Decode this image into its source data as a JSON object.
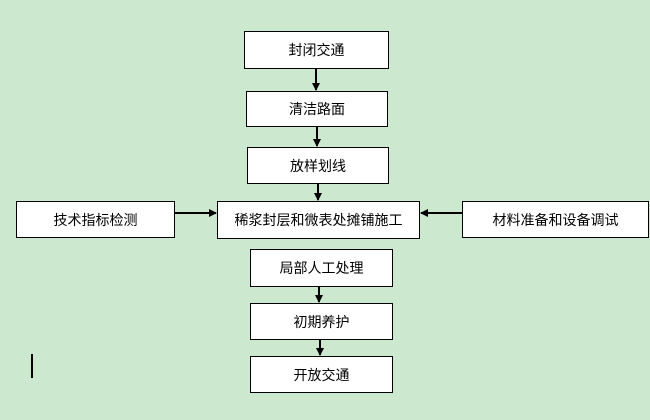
{
  "steps": {
    "close_traffic": "封闭交通",
    "clean_road": "清洁路面",
    "layout_marking": "放样划线",
    "main_construction": "稀浆封层和微表处摊铺施工",
    "local_manual": "局部人工处理",
    "initial_curing": "初期养护",
    "open_traffic": "开放交通"
  },
  "side_inputs": {
    "left": "技术指标检测",
    "right": "材料准备和设备调试"
  },
  "colors": {
    "background": "#cce8cf",
    "box_fill": "#ffffff",
    "line": "#000000"
  }
}
